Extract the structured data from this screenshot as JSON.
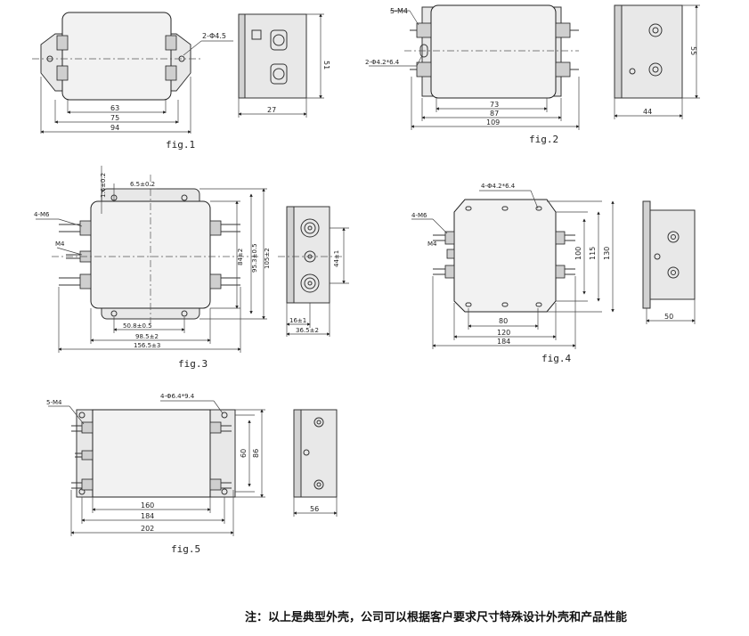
{
  "fig1": {
    "caption": "fig.1",
    "hole_label": "2-Φ4.5",
    "height_label": "51",
    "depth_label": "27",
    "w1": "63",
    "w2": "75",
    "w3": "94"
  },
  "fig2": {
    "caption": "fig.2",
    "stud_label": "5-M4",
    "hole_label": "2-Φ4.2*6.4",
    "height_label": "55",
    "depth_label": "44",
    "w1": "73",
    "w2": "87",
    "w3": "109"
  },
  "fig3": {
    "caption": "fig.3",
    "stud_label_1": "4-M6",
    "stud_label_2": "M4",
    "v1": "1.6±0.2",
    "v2": "6.5±0.2",
    "h1": "84±2",
    "h2": "95.3±0.5",
    "h3": "105±2",
    "side_h": "44±1",
    "side_w1": "16±1",
    "side_w2": "36.5±2",
    "w1": "50.8±0.5",
    "w2": "98.5±2",
    "w3": "156.5±3"
  },
  "fig4": {
    "caption": "fig.4",
    "hole_label": "4-Φ4.2*6.4",
    "stud_label_1": "4-M6",
    "stud_label_2": "M4",
    "h1": "100",
    "h2": "115",
    "h3": "130",
    "w1": "80",
    "w2": "120",
    "w3": "184",
    "depth_label": "50"
  },
  "fig5": {
    "caption": "fig.5",
    "stud_label": "5-M4",
    "hole_label": "4-Φ6.4*9.4",
    "h1": "60",
    "h2": "86",
    "w1": "160",
    "w2": "184",
    "w3": "202",
    "depth_label": "56"
  },
  "note": "注：以上是典型外壳，公司可以根据客户要求尺寸特殊设计外壳和产品性能"
}
